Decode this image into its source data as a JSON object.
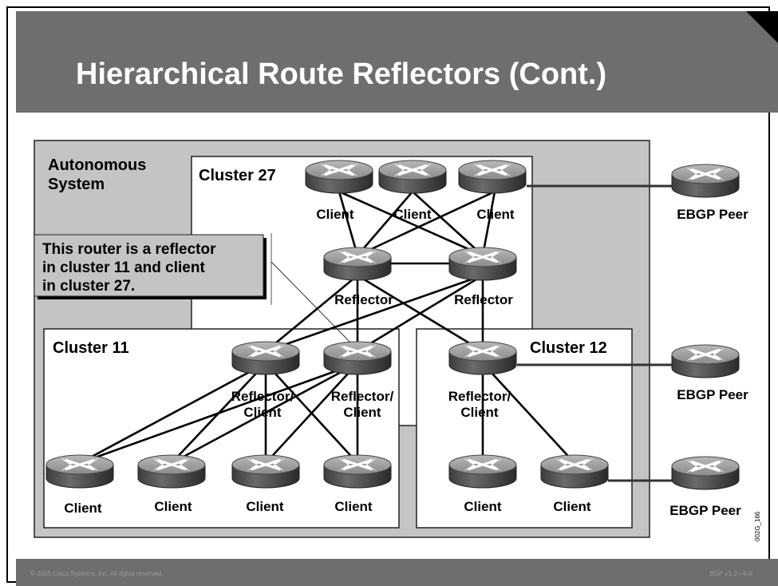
{
  "slide": {
    "title": "Hierarchical Route Reflectors (Cont.)",
    "footer_left": "© 2005 Cisco Systems, Inc. All rights reserved.",
    "footer_right": "BGP v3.2—6-8",
    "figure_id": "002G_166"
  },
  "diagram": {
    "as_label_line1": "Autonomous",
    "as_label_line2": "System",
    "callout_line1": "This router is a reflector",
    "callout_line2": "in cluster 11 and client",
    "callout_line3": "in cluster 27.",
    "cluster27_label": "Cluster 27",
    "cluster11_label": "Cluster 11",
    "cluster12_label": "Cluster 12",
    "client": "Client",
    "reflector": "Reflector",
    "reflector_client_line1": "Reflector/",
    "reflector_client_line2": "Client",
    "ebgp_peer": "EBGP Peer"
  }
}
